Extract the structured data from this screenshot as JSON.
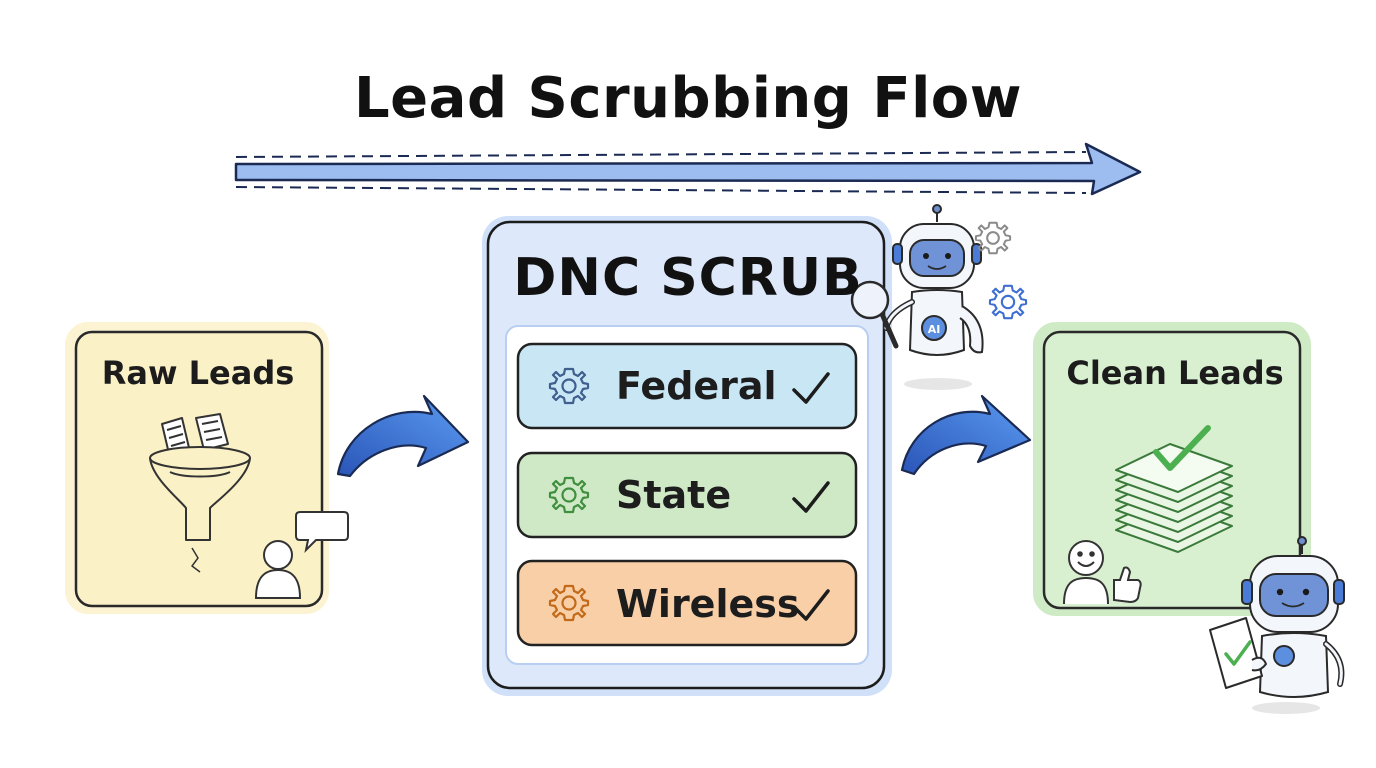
{
  "title": "Lead Scrubbing Flow",
  "nodes": {
    "raw": {
      "label": "Raw Leads"
    },
    "scrub": {
      "label": "DNC SCRUB",
      "checks": [
        {
          "label": "Federal",
          "status": "passed"
        },
        {
          "label": "State",
          "status": "passed"
        },
        {
          "label": "Wireless",
          "status": "passed"
        }
      ]
    },
    "clean": {
      "label": "Clean Leads"
    }
  },
  "robot_badge": "AI",
  "colors": {
    "raw_fill": "#fbf1c7",
    "scrub_fill": "#dde8fb",
    "federal_fill": "#c9e6f5",
    "state_fill": "#cfe9c6",
    "wireless_fill": "#f8cfa6",
    "clean_fill": "#d9f0d0",
    "arrow": "#4a86e8"
  },
  "icons": [
    "funnel-icon",
    "document-icon",
    "person-icon",
    "chat-bubble-icon",
    "gear-icon",
    "check-icon",
    "robot-icon",
    "magnifier-icon",
    "stacked-papers-icon",
    "smiley-icon",
    "thumbs-up-icon"
  ]
}
